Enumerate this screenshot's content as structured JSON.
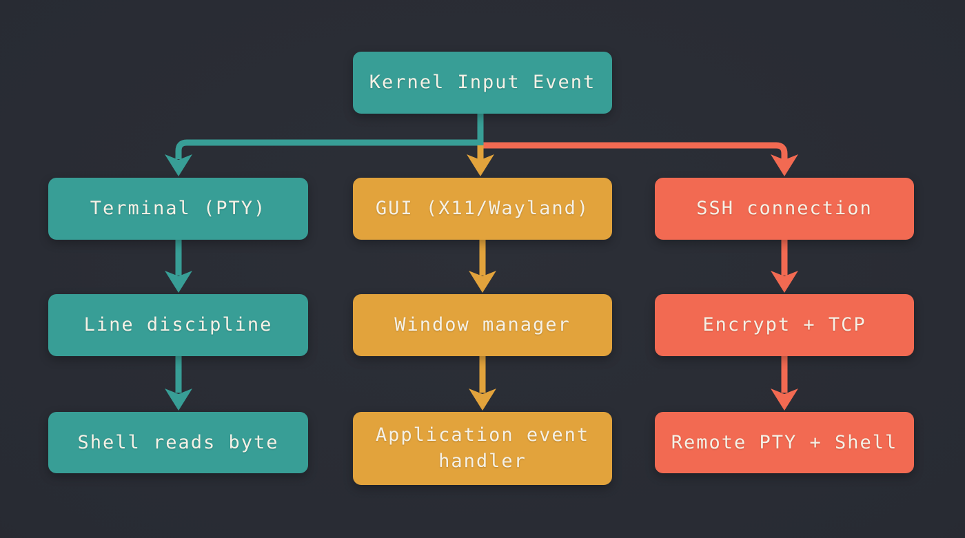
{
  "diagram": {
    "root": {
      "label": "Kernel Input Event",
      "color": "teal"
    },
    "columns": [
      {
        "id": "terminal",
        "color": "teal",
        "nodes": [
          "Terminal (PTY)",
          "Line discipline",
          "Shell reads byte"
        ]
      },
      {
        "id": "gui",
        "color": "amber",
        "nodes": [
          "GUI (X11/Wayland)",
          "Window manager",
          "Application event handler"
        ]
      },
      {
        "id": "ssh",
        "color": "coral",
        "nodes": [
          "SSH connection",
          "Encrypt + TCP",
          "Remote PTY + Shell"
        ]
      }
    ],
    "edges": [
      {
        "from": "Kernel Input Event",
        "to": "Terminal (PTY)",
        "color": "teal"
      },
      {
        "from": "Kernel Input Event",
        "to": "GUI (X11/Wayland)",
        "color": "amber"
      },
      {
        "from": "Kernel Input Event",
        "to": "SSH connection",
        "color": "coral"
      },
      {
        "from": "Terminal (PTY)",
        "to": "Line discipline",
        "color": "teal"
      },
      {
        "from": "Line discipline",
        "to": "Shell reads byte",
        "color": "teal"
      },
      {
        "from": "GUI (X11/Wayland)",
        "to": "Window manager",
        "color": "amber"
      },
      {
        "from": "Window manager",
        "to": "Application event handler",
        "color": "amber"
      },
      {
        "from": "SSH connection",
        "to": "Encrypt + TCP",
        "color": "coral"
      },
      {
        "from": "Encrypt + TCP",
        "to": "Remote PTY + Shell",
        "color": "coral"
      }
    ]
  },
  "colors": {
    "teal": "#389e96",
    "amber": "#e2a33c",
    "coral": "#f26a52",
    "background": "#282b33",
    "text": "#f5f1e6"
  }
}
